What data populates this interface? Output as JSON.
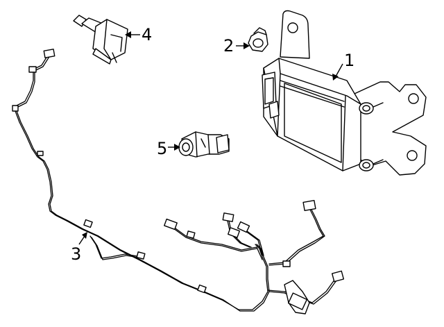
{
  "callouts": [
    {
      "id": "1",
      "label": "1",
      "part": "control-module"
    },
    {
      "id": "2",
      "label": "2",
      "part": "nut"
    },
    {
      "id": "3",
      "label": "3",
      "part": "wiring-harness"
    },
    {
      "id": "4",
      "label": "4",
      "part": "sensor-connector"
    },
    {
      "id": "5",
      "label": "5",
      "part": "parking-sensor"
    }
  ],
  "colors": {
    "line": "#000000",
    "background": "#ffffff"
  }
}
